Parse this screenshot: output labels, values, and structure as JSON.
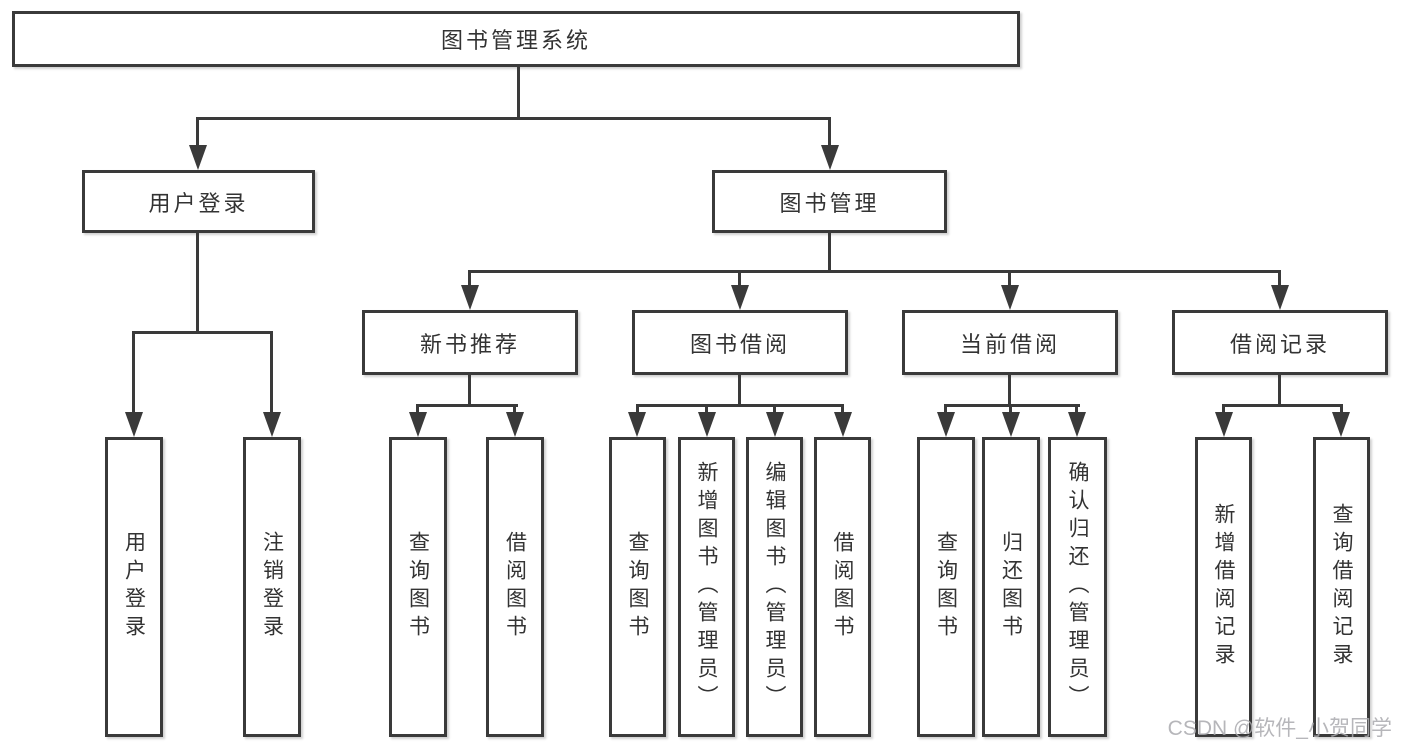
{
  "diagram_title": "图书管理系统",
  "tree": {
    "root": {
      "label": "图书管理系统"
    },
    "level2": [
      {
        "label": "用户登录"
      },
      {
        "label": "图书管理"
      }
    ],
    "level3": [
      {
        "label": "新书推荐",
        "parent": "图书管理"
      },
      {
        "label": "图书借阅",
        "parent": "图书管理"
      },
      {
        "label": "当前借阅",
        "parent": "图书管理"
      },
      {
        "label": "借阅记录",
        "parent": "图书管理"
      }
    ],
    "leaves": [
      {
        "label": "用户登录",
        "parent": "用户登录"
      },
      {
        "label": "注销登录",
        "parent": "用户登录"
      },
      {
        "label": "查询图书",
        "parent": "新书推荐"
      },
      {
        "label": "借阅图书",
        "parent": "新书推荐"
      },
      {
        "label": "查询图书",
        "parent": "图书借阅"
      },
      {
        "label": "新增图书（管理员）",
        "parent": "图书借阅"
      },
      {
        "label": "编辑图书（管理员）",
        "parent": "图书借阅"
      },
      {
        "label": "借阅图书",
        "parent": "图书借阅"
      },
      {
        "label": "查询图书",
        "parent": "当前借阅"
      },
      {
        "label": "归还图书",
        "parent": "当前借阅"
      },
      {
        "label": "确认归还（管理员）",
        "parent": "当前借阅"
      },
      {
        "label": "新增借阅记录",
        "parent": "借阅记录"
      },
      {
        "label": "查询借阅记录",
        "parent": "借阅记录"
      }
    ]
  },
  "watermark": {
    "text": "CSDN @软件_小贺同学"
  },
  "colors": {
    "line": "#3a3a3a",
    "text": "#333333",
    "background": "#ffffff",
    "box_fill": "#ffffff",
    "watermark": "#aaaaae"
  }
}
